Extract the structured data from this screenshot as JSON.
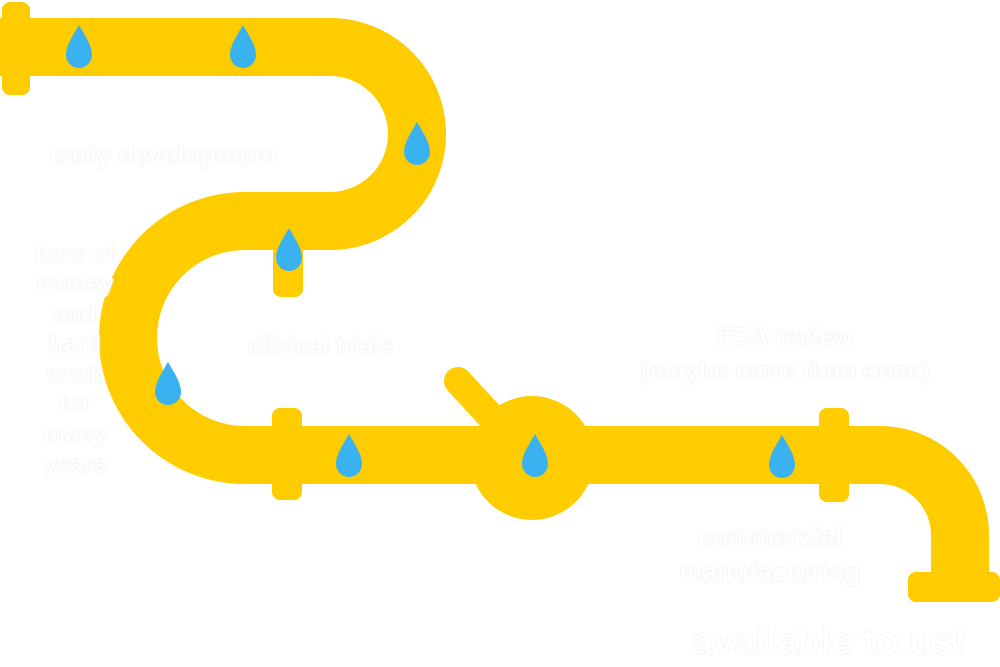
{
  "colors": {
    "pipe": "#FFCC00",
    "drop": "#3BB2F0",
    "text": "#FFFFFF",
    "background": "#FFFFFF"
  },
  "labels": {
    "early_development": "early development",
    "tons_of_money": [
      "tons of",
      "money",
      "and",
      "hard",
      "work",
      "for",
      "many",
      "years"
    ],
    "clinical_trials": "clinical trials",
    "fda_review_line1": "FDA review",
    "fda_review_line2": "(maybe more than once)",
    "commercial_line1": "commercial",
    "commercial_line2": "manufacturing",
    "available": "available to us!"
  },
  "icons": {
    "drop": "water-drop-icon",
    "valve": "valve-icon"
  }
}
